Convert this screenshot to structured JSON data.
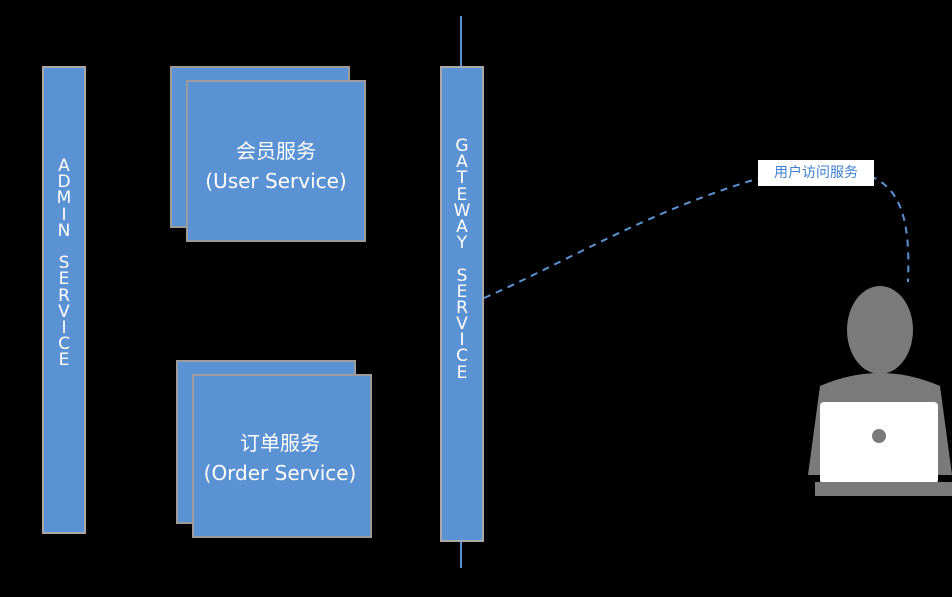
{
  "admin_service": {
    "letters": [
      "A",
      "D",
      "M",
      "I",
      "N",
      " ",
      "S",
      "E",
      "R",
      "V",
      "I",
      "C",
      "E"
    ]
  },
  "gateway_service": {
    "letters": [
      "G",
      "A",
      "T",
      "E",
      "W",
      "A",
      "Y",
      " ",
      "S",
      "E",
      "R",
      "V",
      "I",
      "C",
      "E"
    ]
  },
  "user_service": {
    "title": "会员服务",
    "subtitle": "(User Service)"
  },
  "order_service": {
    "title": "订单服务",
    "subtitle": "(Order Service)"
  },
  "user_access_label": "用户访问服务",
  "colors": {
    "box_fill": "#5b92d3",
    "box_border": "#a9a9a9",
    "line": "#5b92d3",
    "person": "#7a7a7a",
    "background": "#000000"
  }
}
